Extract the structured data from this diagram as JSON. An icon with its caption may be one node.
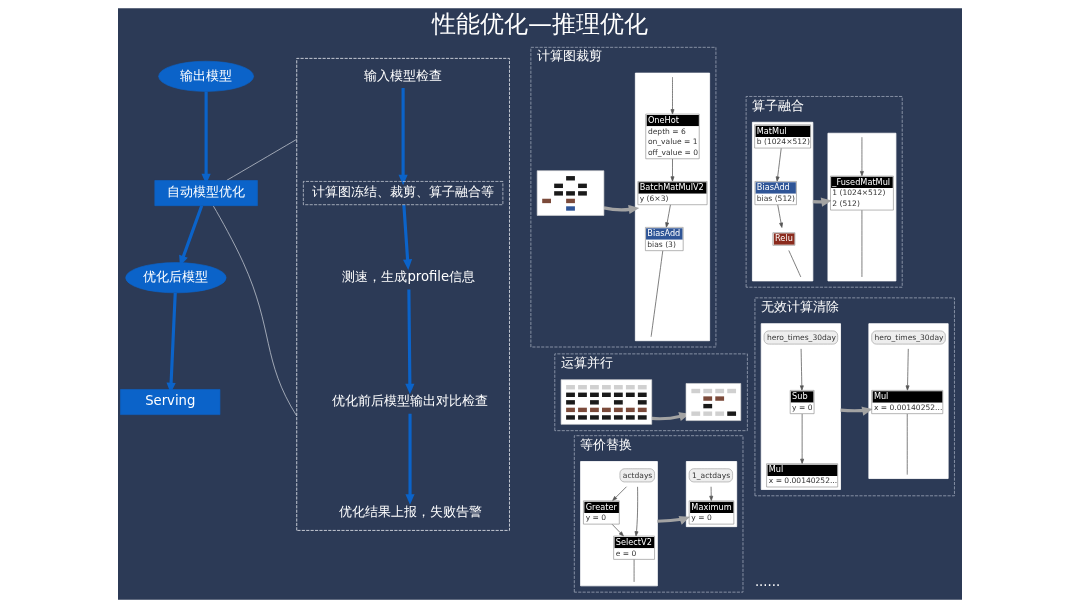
{
  "diagram": {
    "title": "性能优化—推理优化",
    "nodes": [
      {
        "text": [
          "输出模型"
        ]
      },
      {
        "text": [
          "自动模型优化"
        ]
      },
      {
        "text": [
          "优化后模型"
        ]
      },
      {
        "text": [
          "Serving"
        ]
      },
      {
        "text": [],
        "shape": "box"
      },
      {
        "text": [
          "输入模型检查"
        ],
        "in": 4
      },
      {
        "text": [
          "计算图冻结、裁剪、算子融合等"
        ],
        "in": 4
      },
      {
        "text": [
          "测速，生成profile信息"
        ],
        "in": 4
      },
      {
        "text": [
          "优化前后模型输出对比检查"
        ],
        "in": 4
      },
      {
        "text": [
          "优化结果上报，失败告警"
        ],
        "in": 4
      },
      {
        "text": [
          "计算图裁剪"
        ]
      },
      {
        "text": [],
        "shape": "picture",
        "in": 10
      },
      {
        "text": [],
        "shape": "picture",
        "in": 10
      },
      {
        "text": [
          "OneHot",
          "depth = 6",
          "on_value = 1",
          "off_value = 0"
        ],
        "in": 12
      },
      {
        "text": [
          "BatchMatMulV2",
          "y (6×3)"
        ],
        "in": 12
      },
      {
        "text": [
          "BiasAdd",
          "bias (3)"
        ],
        "in": 12
      },
      {
        "text": [
          "算子融合"
        ]
      },
      {
        "text": [],
        "shape": "picture",
        "in": 16
      },
      {
        "text": [
          "MatMul",
          "b (1024×512)"
        ],
        "in": 17
      },
      {
        "text": [
          "BiasAdd",
          "bias (512)"
        ],
        "in": 17
      },
      {
        "text": [
          "Relu"
        ],
        "in": 17
      },
      {
        "text": [],
        "shape": "picture",
        "in": 16
      },
      {
        "text": [
          "_FusedMatMul",
          "1 (1024×512)",
          "2 (512)"
        ],
        "in": 21
      },
      {
        "text": [
          "运算并行"
        ]
      },
      {
        "text": [],
        "shape": "picture",
        "in": 23
      },
      {
        "text": [],
        "shape": "picture",
        "in": 23
      },
      {
        "text": [
          "无效计算清除"
        ]
      },
      {
        "text": [],
        "shape": "picture",
        "in": 26
      },
      {
        "text": [
          "hero_times_30day"
        ],
        "in": 27
      },
      {
        "text": [
          "Sub",
          "y = 0"
        ],
        "in": 27
      },
      {
        "text": [
          "Mul",
          "x = 0.00140252..."
        ],
        "in": 27
      },
      {
        "text": [],
        "shape": "picture",
        "in": 26
      },
      {
        "text": [
          "hero_times_30day"
        ],
        "in": 31
      },
      {
        "text": [
          "Mul",
          "x = 0.00140252..."
        ],
        "in": 31
      },
      {
        "text": [
          "等价替换"
        ]
      },
      {
        "text": [],
        "shape": "picture",
        "in": 34
      },
      {
        "text": [
          "actdays"
        ],
        "in": 35
      },
      {
        "text": [
          "Greater",
          "y = 0"
        ],
        "in": 35
      },
      {
        "text": [
          "SelectV2",
          "e = 0"
        ],
        "in": 35
      },
      {
        "text": [],
        "shape": "picture",
        "in": 34
      },
      {
        "text": [
          "1_actdays"
        ],
        "in": 39
      },
      {
        "text": [
          "Maximum",
          "y = 0"
        ],
        "in": 39
      }
    ],
    "edges": [
      {
        "from": 0,
        "to": 1,
        "arrow": "to",
        "style": "thick",
        "color": "#0b63c9"
      },
      {
        "from": 1,
        "to": 2,
        "arrow": "to",
        "style": "thick",
        "color": "#0b63c9"
      },
      {
        "from": 2,
        "to": 3,
        "arrow": "to",
        "style": "thick",
        "color": "#0b63c9"
      },
      {
        "from": 1,
        "to": 4,
        "arrow": "none",
        "color": "#c5cad3"
      },
      {
        "from": 1,
        "to": 4,
        "arrow": "none",
        "color": "#c5cad3"
      },
      {
        "from": 5,
        "to": 6,
        "arrow": "to",
        "style": "thick",
        "color": "#0b63c9"
      },
      {
        "from": 6,
        "to": 7,
        "arrow": "to",
        "style": "thick",
        "color": "#0b63c9"
      },
      {
        "from": 7,
        "to": 8,
        "arrow": "to",
        "style": "thick",
        "color": "#0b63c9"
      },
      {
        "from": 8,
        "to": 9,
        "arrow": "to",
        "style": "thick",
        "color": "#0b63c9"
      },
      {
        "from": 11,
        "to": 12,
        "arrow": "to",
        "style": "thick",
        "color": "#a3a3a3"
      },
      {
        "from": 12,
        "to": 13,
        "arrow": "to"
      },
      {
        "from": 13,
        "to": 14,
        "arrow": "to"
      },
      {
        "from": 14,
        "to": 15,
        "arrow": "to"
      },
      {
        "from": 15,
        "to": 12,
        "arrow": "none"
      },
      {
        "from": 18,
        "to": 19,
        "arrow": "to"
      },
      {
        "from": 19,
        "to": 20,
        "arrow": "to"
      },
      {
        "from": 20,
        "to": 17,
        "arrow": "none"
      },
      {
        "from": 17,
        "to": 21,
        "arrow": "to",
        "style": "thick",
        "color": "#a3a3a3"
      },
      {
        "from": 22,
        "to": 21,
        "arrow": "none"
      },
      {
        "from": 21,
        "to": 22,
        "arrow": "to"
      },
      {
        "from": 24,
        "to": 25,
        "arrow": "to",
        "style": "thick",
        "color": "#a3a3a3"
      },
      {
        "from": 28,
        "to": 29,
        "arrow": "to"
      },
      {
        "from": 29,
        "to": 30,
        "arrow": "to"
      },
      {
        "from": 27,
        "to": 31,
        "arrow": "to",
        "style": "thick",
        "color": "#a3a3a3"
      },
      {
        "from": 32,
        "to": 33,
        "arrow": "to"
      },
      {
        "from": 33,
        "to": 31,
        "arrow": "none"
      },
      {
        "from": 36,
        "to": 37,
        "arrow": "to"
      },
      {
        "from": 36,
        "to": 38,
        "arrow": "to"
      },
      {
        "from": 37,
        "to": 38,
        "arrow": "to"
      },
      {
        "from": 38,
        "to": 35,
        "arrow": "none"
      },
      {
        "from": 35,
        "to": 39,
        "arrow": "to",
        "style": "thick",
        "color": "#a3a3a3"
      },
      {
        "from": 40,
        "to": 41,
        "arrow": "to"
      }
    ],
    "labels": [
      "......"
    ]
  }
}
